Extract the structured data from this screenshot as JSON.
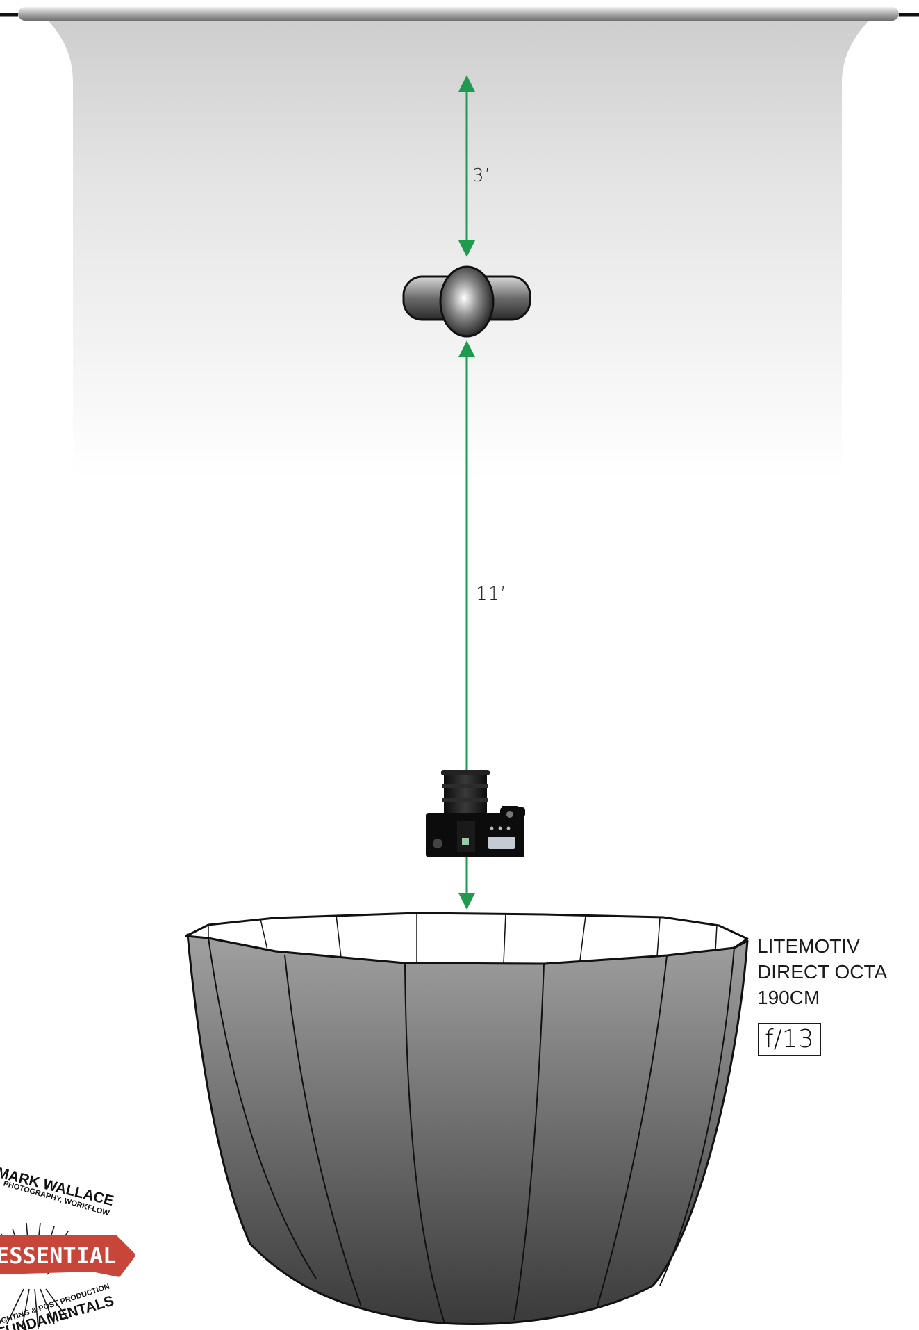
{
  "diagram": {
    "distances": {
      "background_to_subject": "3’",
      "subject_to_camera": "11’"
    },
    "light": {
      "name_line1": "LITEMOTIV",
      "name_line2": "DIRECT OCTA",
      "name_line3": "190CM",
      "aperture": "f/13"
    },
    "logo": {
      "arc_top": "MARK WALLACE",
      "arc_sub": "PHOTOGRAPHY, WORKFLOW",
      "banner": "ESSENTIAL TRAINING",
      "arc_bottom_sub": "LIGHTING & POST PRODUCTION",
      "arc_bottom": "FUNDAMENTALS"
    },
    "colors": {
      "arrow": "#1f9a4e",
      "banner": "#c8453a",
      "backdrop_top": "#cfcfcf",
      "softbox_top": "#9b9b9b",
      "softbox_bottom": "#3c3c3c"
    }
  }
}
